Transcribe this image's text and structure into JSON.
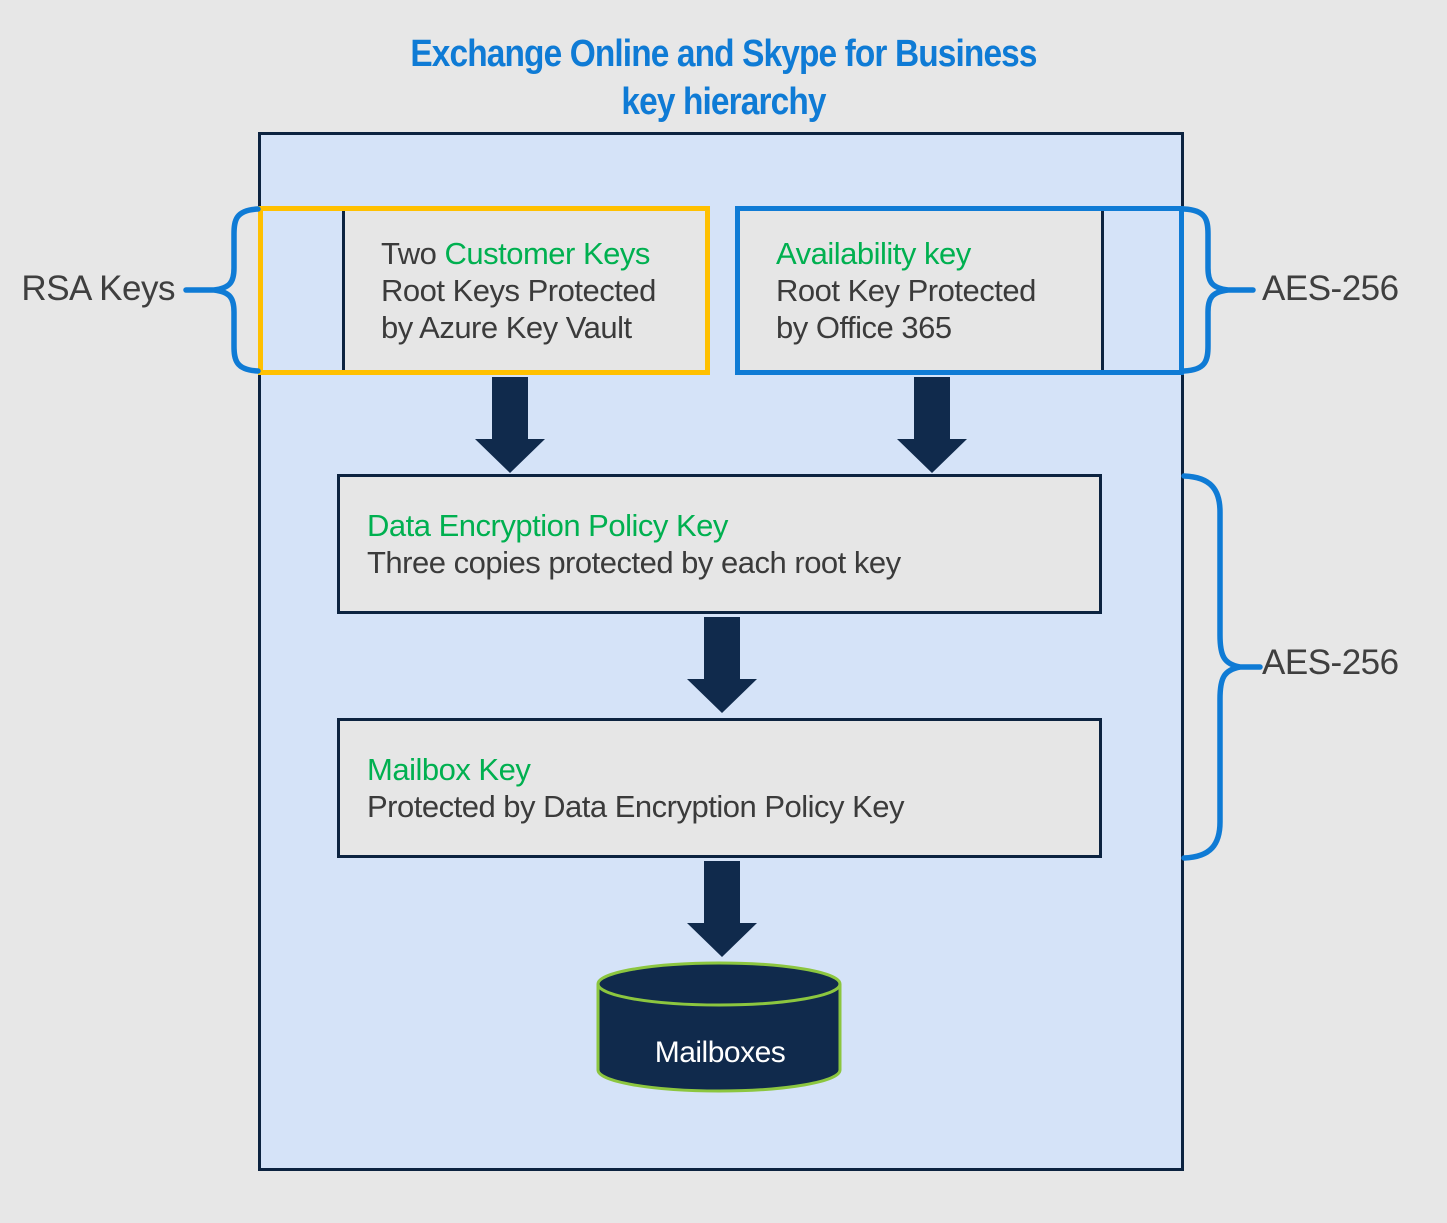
{
  "title": {
    "line1": "Exchange Online and Skype for Business",
    "line2": "key hierarchy"
  },
  "side_labels": {
    "rsa_keys": "RSA Keys",
    "aes256_root": "AES-256",
    "aes256_data": "AES-256"
  },
  "boxes": {
    "customer_keys": {
      "title_prefix": "Two ",
      "title_highlight": "Customer Keys",
      "line2": "Root Keys Protected",
      "line3": "by Azure Key Vault",
      "border_color": "#FFC000"
    },
    "availability_key": {
      "title_highlight": "Availability key",
      "line2": "Root Key Protected",
      "line3": "by Office 365",
      "border_color": "#0F7BD5"
    },
    "data_encryption_policy_key": {
      "title_highlight": "Data Encryption Policy Key",
      "line2": "Three copies protected by each root key"
    },
    "mailbox_key": {
      "title_highlight": "Mailbox Key",
      "line2": "Protected by Data Encryption Policy Key"
    }
  },
  "cylinder": {
    "label": "Mailboxes"
  },
  "icons": {
    "down_arrow": "block-down-arrow",
    "left_brace": "curly-brace-left",
    "right_brace": "curly-brace-right"
  },
  "colors": {
    "accent_blue": "#0F7BD5",
    "accent_orange": "#FFC000",
    "key_green": "#00B050",
    "dark_navy": "#102A4C",
    "container_border": "#0C2340",
    "container_fill": "#D5E3F8",
    "box_fill": "#E6E6E6",
    "page_background": "#E7E7E7",
    "text_dark": "#3B3B3B",
    "cylinder_outline_green": "#8CC63F",
    "cylinder_label_white": "#FFFFFF"
  }
}
